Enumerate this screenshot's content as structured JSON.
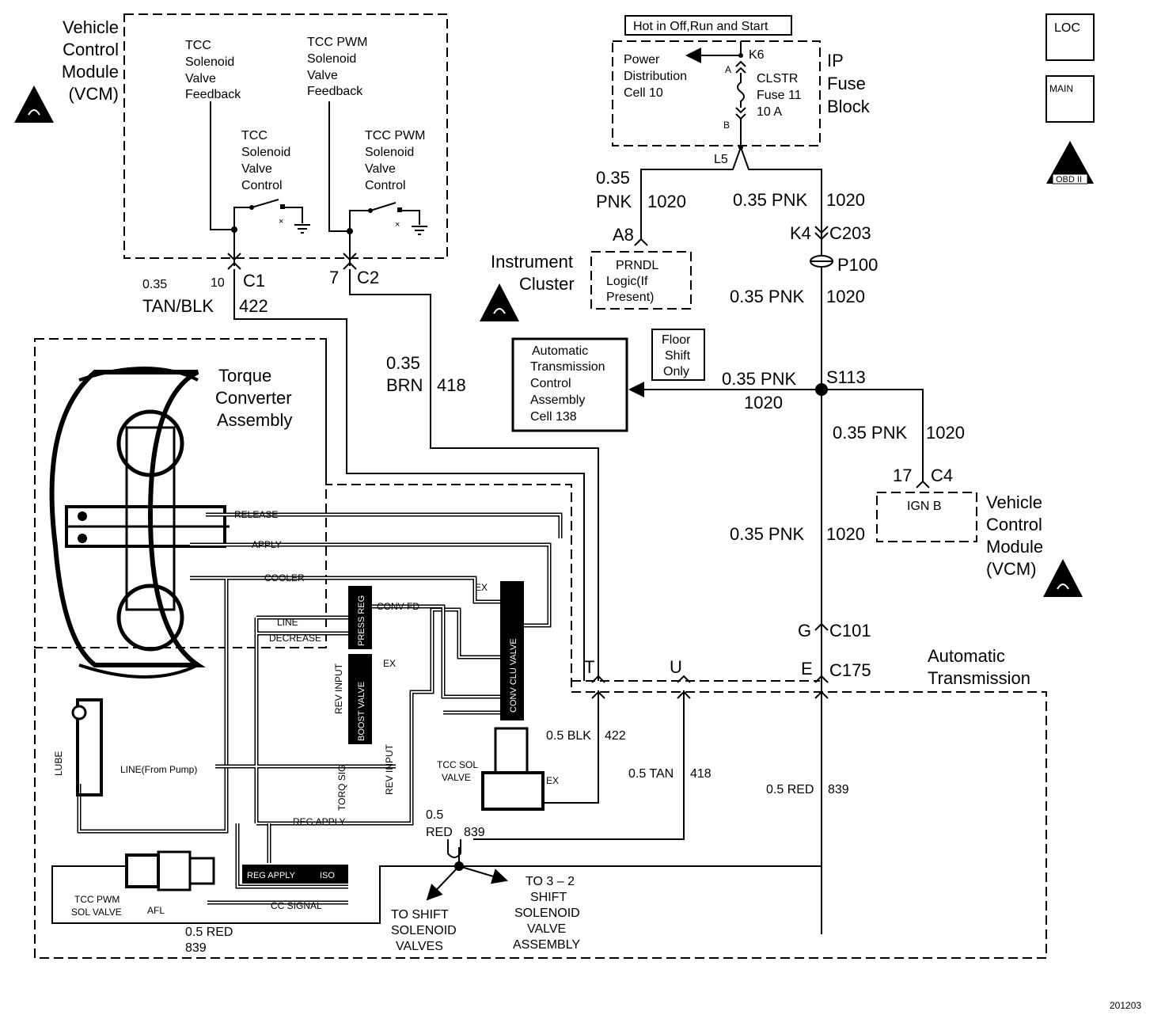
{
  "vcm_top": {
    "title_lines": [
      "Vehicle",
      "Control",
      "Module",
      "(VCM)"
    ]
  },
  "tcc_feedback": [
    "TCC",
    "Solenoid",
    "Valve",
    "Feedback"
  ],
  "tcc_pwm_feedback": [
    "TCC PWM",
    "Solenoid",
    "Valve",
    "Feedback"
  ],
  "tcc_control": [
    "TCC",
    "Solenoid",
    "Valve",
    "Control"
  ],
  "tcc_pwm_control": [
    "TCC PWM",
    "Solenoid",
    "Valve",
    "Control"
  ],
  "fuse_block": {
    "hot_label": "Hot in Off,Run and Start",
    "pdc_lines": [
      "Power",
      "Distribution",
      "Cell 10"
    ],
    "k6": "K6",
    "a": "A",
    "b": "B",
    "fuse_lines": [
      "CLSTR",
      "Fuse 11",
      "10 A"
    ],
    "title_lines": [
      "IP",
      "Fuse",
      "Block"
    ],
    "l5": "L5"
  },
  "side_icons": {
    "loc": "LOC",
    "main": "MAIN",
    "obd": "OBD II"
  },
  "wires": {
    "w_a8_size": "0.35",
    "w_a8_color": "PNK",
    "w_a8_circ": "1020",
    "w_k4": "0.35 PNK",
    "w_k4_circ": "1020",
    "k4": "K4",
    "c203": "C203",
    "p100": "P100",
    "w_p100": "0.35 PNK",
    "w_p100_circ": "1020",
    "w_s113": "0.35 PNK",
    "w_s113_circ": "1020",
    "s113": "S113",
    "w_c4": "0.35 PNK",
    "w_c4_circ": "1020",
    "pin17": "17",
    "c4": "C4",
    "w_c101": "0.35 PNK",
    "w_c101_circ": "1020",
    "g": "G",
    "c101": "C101",
    "e": "E",
    "c175": "C175",
    "c1_size": "0.35",
    "c1_pin": "10",
    "c1": "C1",
    "c1_color": "TAN/BLK",
    "c1_circ": "422",
    "c2_pin": "7",
    "c2": "C2",
    "brn_size": "0.35",
    "brn_color": "BRN",
    "brn_circ": "418",
    "a8": "A8",
    "t": "T",
    "u": "U",
    "blk": "0.5 BLK",
    "blk_circ": "422",
    "tan": "0.5 TAN",
    "tan_circ": "418",
    "red": "0.5 RED",
    "red_circ": "839",
    "red2_size": "0.5",
    "red2_color": "RED",
    "red2_circ": "839",
    "red3": "0.5 RED",
    "red3_circ": "839"
  },
  "instrument_cluster": {
    "title_lines": [
      "Instrument",
      "Cluster"
    ],
    "box_lines": [
      "PRNDL",
      "Logic(If",
      "Present)"
    ]
  },
  "atca": {
    "lines": [
      "Automatic",
      "Transmission",
      "Control",
      "Assembly",
      "Cell 138"
    ]
  },
  "floor_shift": {
    "lines": [
      "Floor",
      "Shift",
      "Only"
    ]
  },
  "vcm_right": {
    "box": "IGN B",
    "title_lines": [
      "Vehicle",
      "Control",
      "Module",
      "(VCM)"
    ]
  },
  "torque_converter": {
    "title_lines": [
      "Torque",
      "Converter",
      "Assembly"
    ]
  },
  "auto_trans": {
    "title_lines": [
      "Automatic",
      "Transmission"
    ]
  },
  "hydraulic": {
    "release": "RELEASE",
    "apply": "APPLY",
    "cooler": "COOLER",
    "line": "LINE",
    "decrease": "DECREASE",
    "conv_fd": "CONV FD",
    "ex": "EX",
    "rev_input": "REV INPUT",
    "press_reg": "PRESS REG",
    "boost_valve": "BOOST VALVE",
    "conv_clu_valve": "CONV CLU VALVE",
    "torq_sig": "TORQ SIG",
    "line_pump": "LINE(From Pump)",
    "lube": "LUBE",
    "reg_apply": "REG APPLY",
    "reg_apply_valve": "REG APPLY",
    "iso": "ISO",
    "cc_signal": "CC SIGNAL",
    "afl": "AFL",
    "tcc_pwm_sol": [
      "TCC PWM",
      "SOL VALVE"
    ],
    "tcc_sol": [
      "TCC SOL",
      "VALVE"
    ]
  },
  "destinations": {
    "shift": [
      "TO SHIFT",
      "SOLENOID",
      "VALVES"
    ],
    "shift32": [
      "TO 3 – 2",
      "SHIFT",
      "SOLENOID",
      "VALVE",
      "ASSEMBLY"
    ]
  },
  "figure_number": "201203"
}
